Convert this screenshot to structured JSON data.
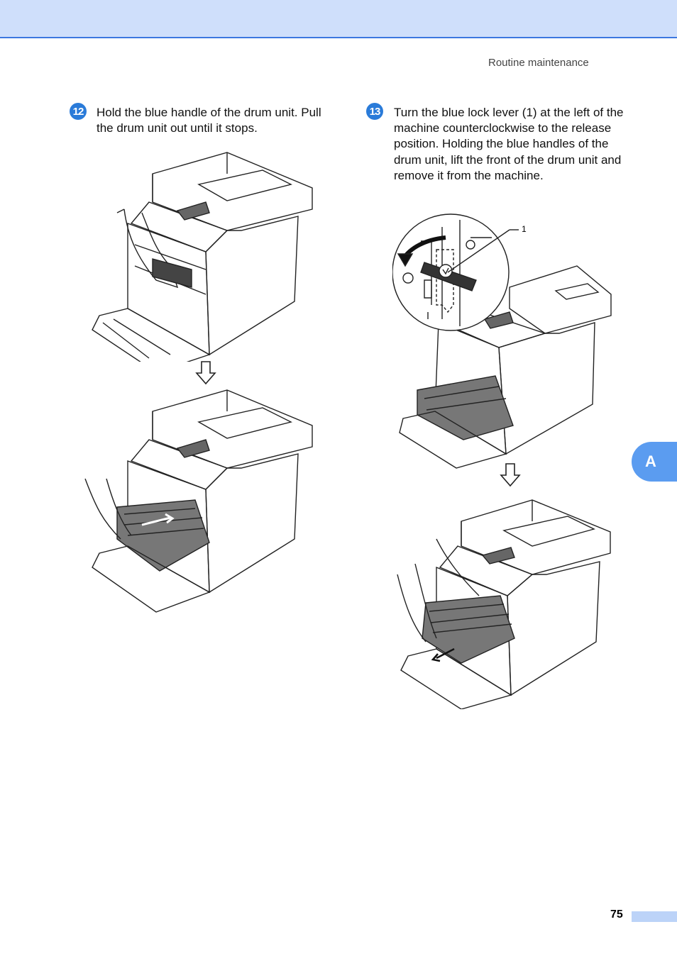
{
  "header": {
    "section_title": "Routine maintenance"
  },
  "steps": [
    {
      "number": "12",
      "text": "Hold the blue handle of the drum unit. Pull the drum unit out until it stops."
    },
    {
      "number": "13",
      "text": "Turn the blue lock lever (1) at the left of the machine counterclockwise to the release position. Holding the blue handles of the drum unit, lift the front of the drum unit and remove it from the machine."
    }
  ],
  "illustrations": {
    "callout_label": "1"
  },
  "side_tab": {
    "label": "A"
  },
  "footer": {
    "page_number": "75"
  },
  "colors": {
    "accent": "#2a7bd9",
    "band": "#cfdffb",
    "band_border": "#3d78e0",
    "tab": "#5b9cf0",
    "page_bar": "#bcd3f8"
  }
}
